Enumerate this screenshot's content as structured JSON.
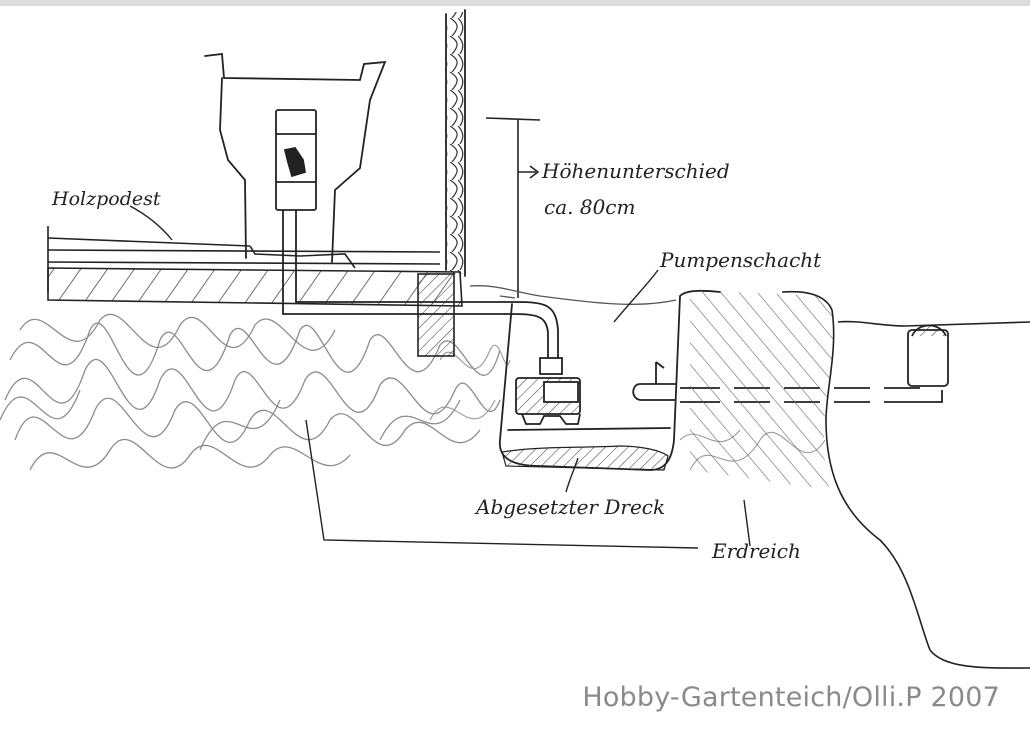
{
  "labels": {
    "holzpodest": "Holzpodest",
    "hoehenunterschied": "Höhenunterschied",
    "hoehenwert": "ca. 80cm",
    "pumpenschacht": "Pumpenschacht",
    "dreck": "Abgesetzter Dreck",
    "erdreich": "Erdreich"
  },
  "watermark": "Hobby-Gartenteich/Olli.P 2007",
  "colors": {
    "ink": "#222222",
    "pencil": "#8c8c8c",
    "watermark": "#8a8a8a",
    "paper": "#ffffff"
  }
}
